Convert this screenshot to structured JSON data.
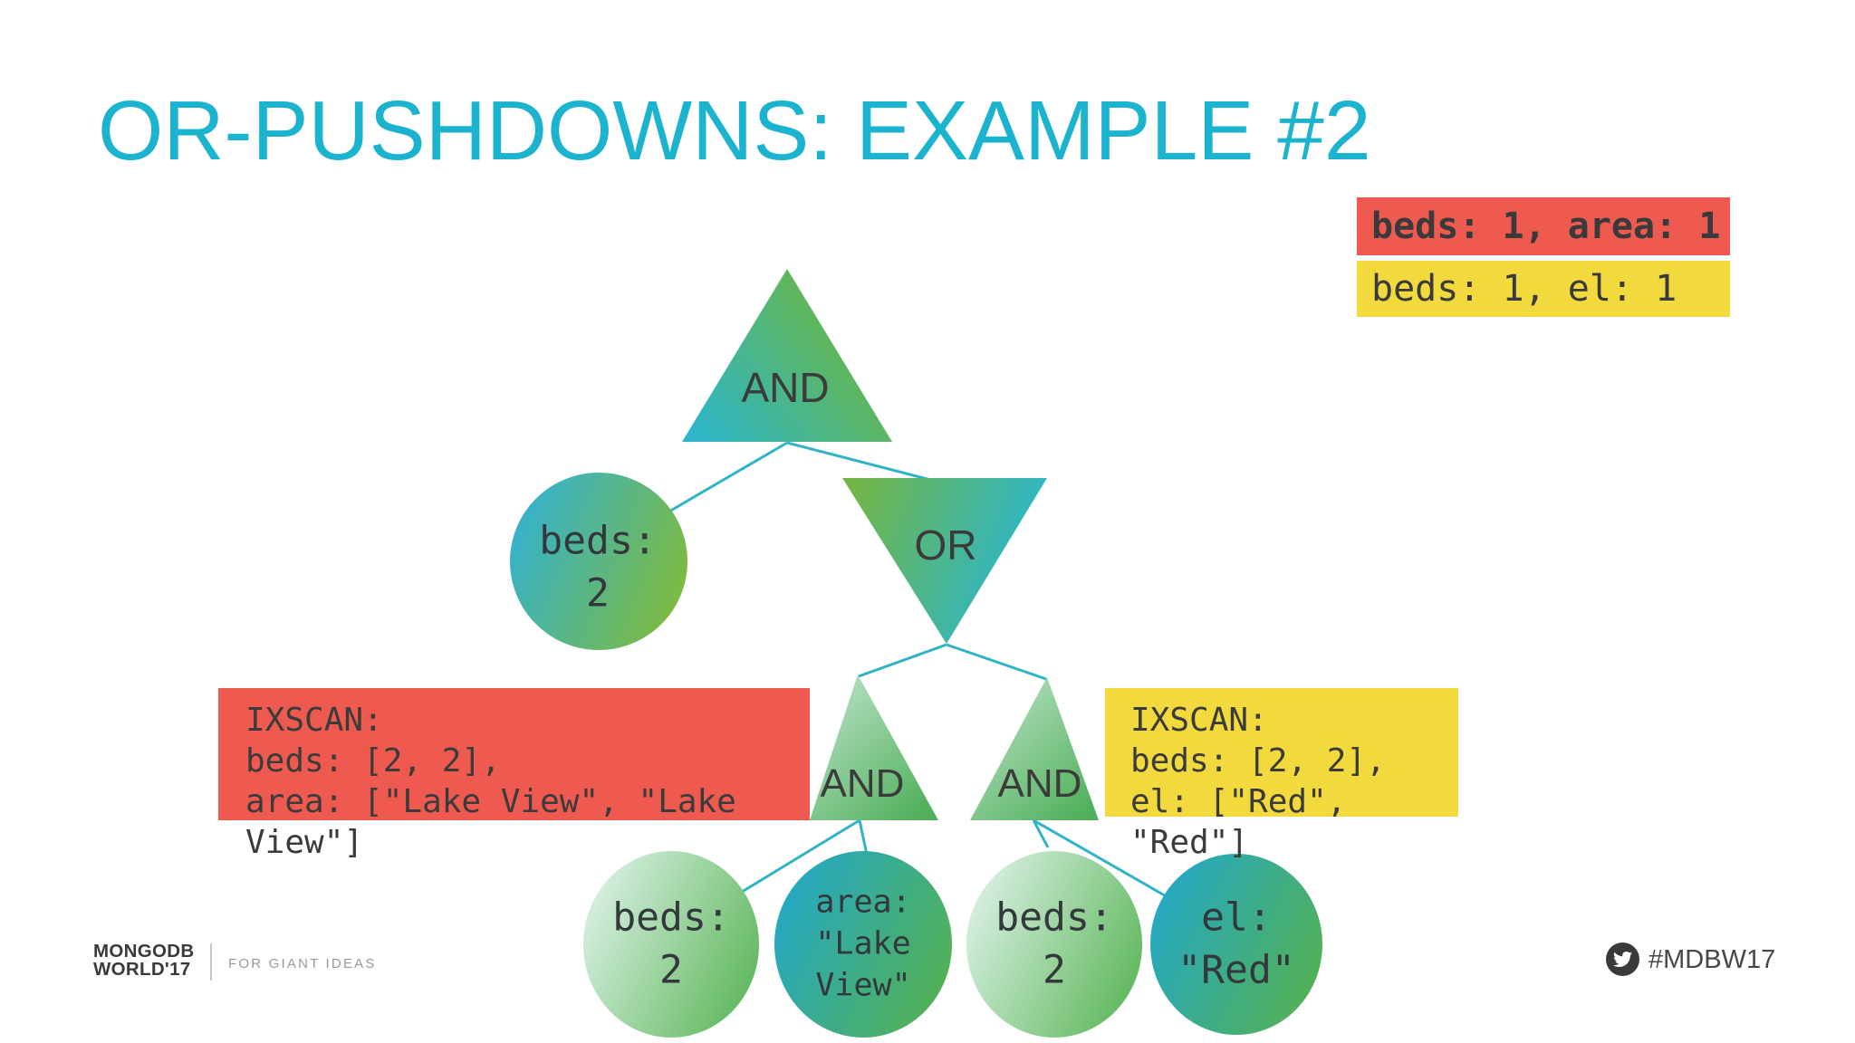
{
  "slide": {
    "title": "OR-PUSHDOWNS: EXAMPLE #2"
  },
  "index_legend": {
    "red": "beds: 1, area: 1",
    "yellow": "beds: 1, el: 1"
  },
  "tree": {
    "root_and": "AND",
    "or": "OR",
    "left_and": "AND",
    "right_and": "AND",
    "beds_filter": "beds:\n2",
    "left_beds_leaf": "beds:\n2",
    "left_area_leaf": "area:\n\"Lake\nView\"",
    "right_beds_leaf": "beds:\n2",
    "right_el_leaf": "el:\n\"Red\""
  },
  "annotations": {
    "left_ixscan": "IXSCAN:\nbeds: [2, 2],\narea: [\"Lake View\", \"Lake View\"]",
    "right_ixscan": "IXSCAN:\nbeds: [2, 2],\nel: [\"Red\", \"Red\"]"
  },
  "footer": {
    "logo": "MONGODB\nWORLD'17",
    "tagline": "FOR GIANT IDEAS",
    "hashtag": "#MDBW17"
  },
  "icons": {
    "twitter": "twitter-bird-icon"
  },
  "colors": {
    "title": "#1cb3cf",
    "red": "#ee5a4f",
    "yellow": "#f2d93e",
    "dark_text": "#3a3a3a",
    "teal": "#29b6d2",
    "green": "#64b54a",
    "pale_mint": "#d9efe3",
    "edge": "#2fb3c5"
  }
}
